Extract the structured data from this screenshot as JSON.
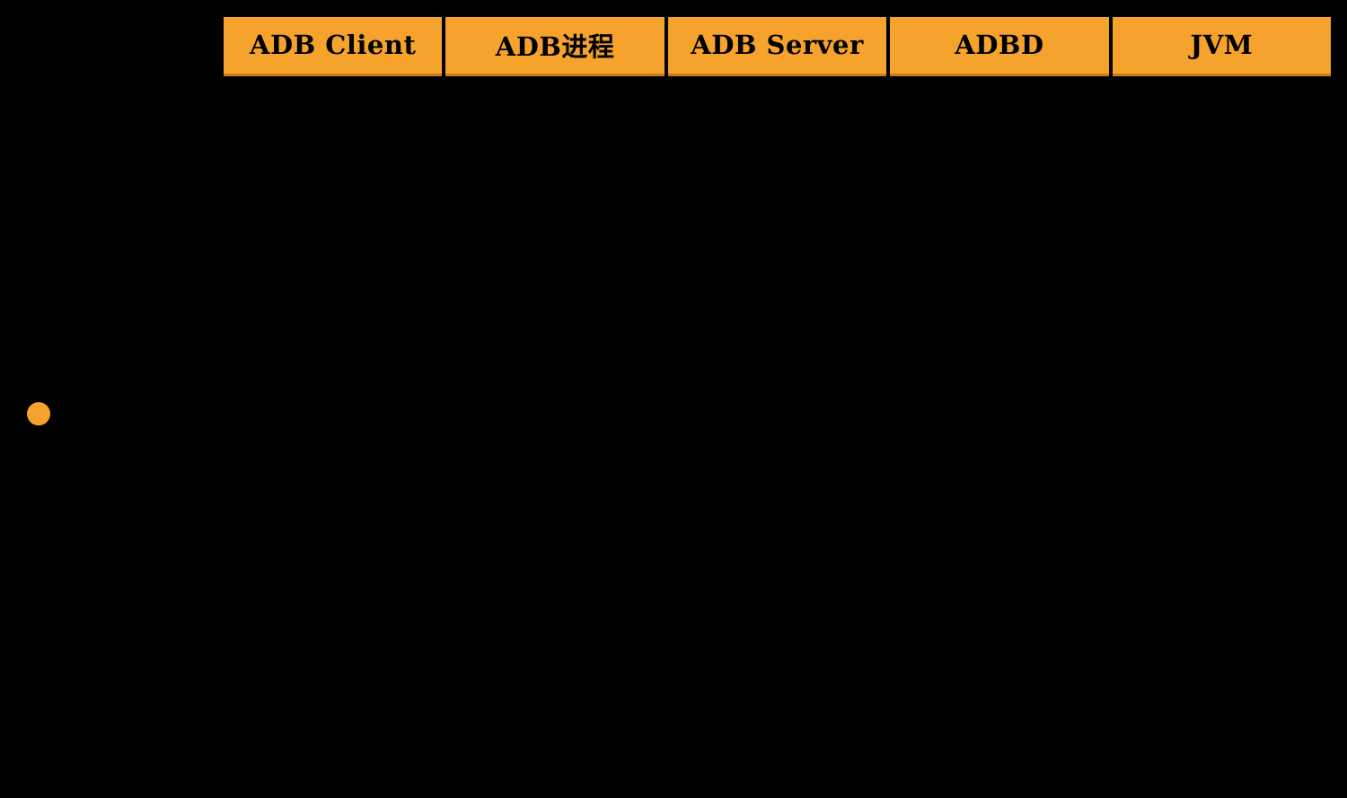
{
  "diagram": {
    "background_color": "#000000",
    "accent_color": "#F6A32D",
    "header": {
      "participants": [
        {
          "label": "ADB Client"
        },
        {
          "label": "ADB进程"
        },
        {
          "label": "ADB Server"
        },
        {
          "label": "ADBD"
        },
        {
          "label": "JVM"
        }
      ]
    },
    "marker": {
      "color": "#F6A32D"
    }
  }
}
